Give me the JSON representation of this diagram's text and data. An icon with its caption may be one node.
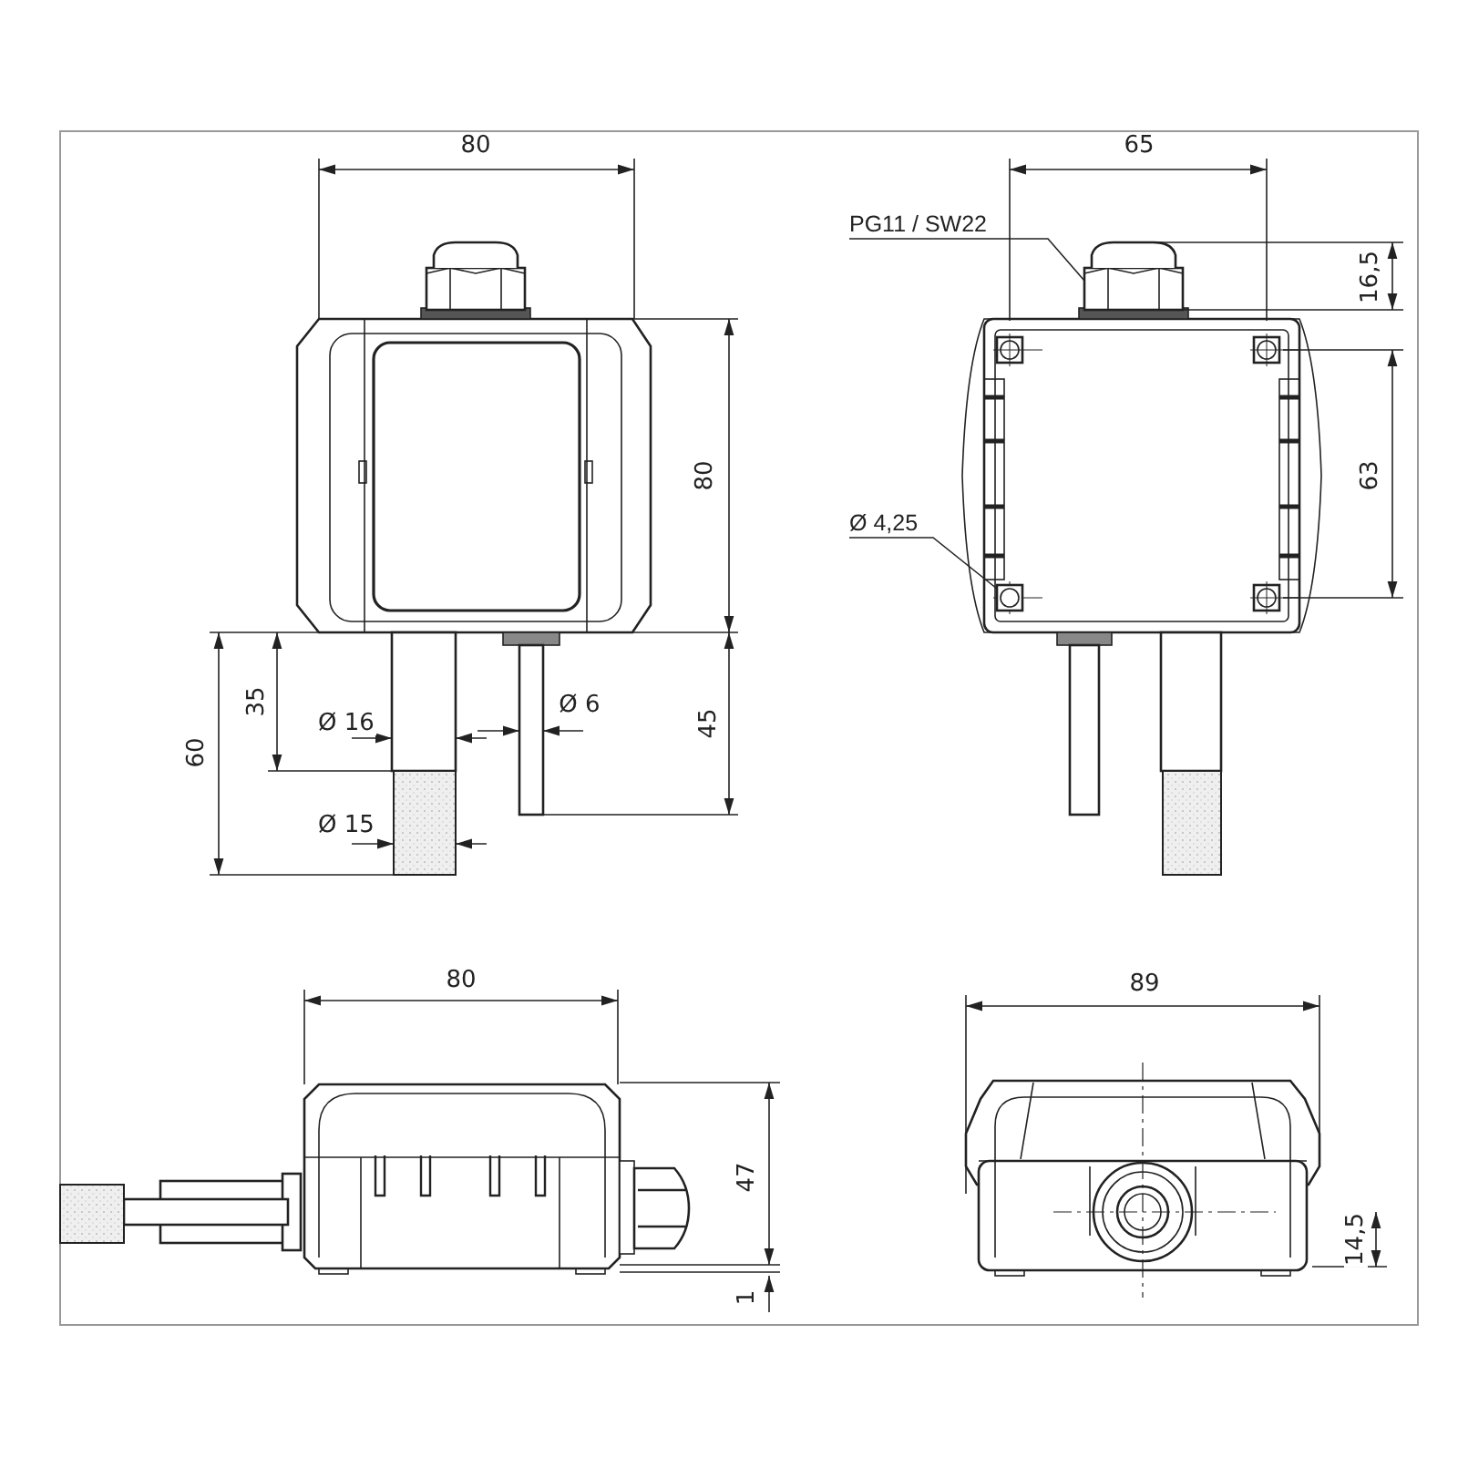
{
  "diagram": {
    "nodes": [
      {
        "text": [
          "PG11 / SW22"
        ]
      },
      {
        "text": [],
        "shape": "picture"
      },
      {
        "text": [
          "Ø 4,25"
        ]
      },
      {
        "text": [],
        "shape": "box"
      }
    ],
    "edges": [
      {
        "from": 0,
        "to": 1,
        "arrow": "none"
      },
      {
        "from": 2,
        "to": 3,
        "arrow": "none"
      }
    ],
    "labels": [
      "80",
      "65",
      "16,5",
      "80",
      "63",
      "35",
      "60",
      "Ø 16",
      "Ø 6",
      "45",
      "Ø 15",
      "80",
      "89",
      "47",
      "14,5",
      "1"
    ]
  }
}
